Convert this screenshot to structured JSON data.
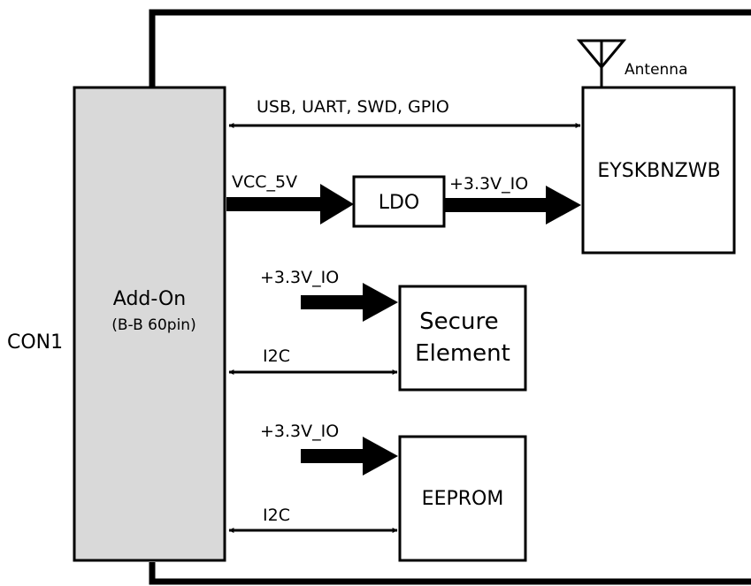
{
  "colors": {
    "line": "#000000",
    "connector_fill": "#d9d9d9",
    "box_fill": "#ffffff"
  },
  "connector": {
    "name": "CON1",
    "title": "Add-On",
    "subtitle": "(B-B 60pin)"
  },
  "antenna_label": "Antenna",
  "blocks": {
    "module": "EYSKBNZWB",
    "ldo": "LDO",
    "secure_element": [
      "Secure",
      "Element"
    ],
    "eeprom": "EEPROM"
  },
  "signals": {
    "bus": "USB, UART, SWD, GPIO",
    "vcc": "VCC_5V",
    "ldo_out": "+3.3V_IO",
    "se_power": "+3.3V_IO",
    "se_bus": "I2C",
    "eeprom_power": "+3.3V_IO",
    "eeprom_bus": "I2C"
  },
  "icons": {
    "antenna": "antenna-icon"
  }
}
